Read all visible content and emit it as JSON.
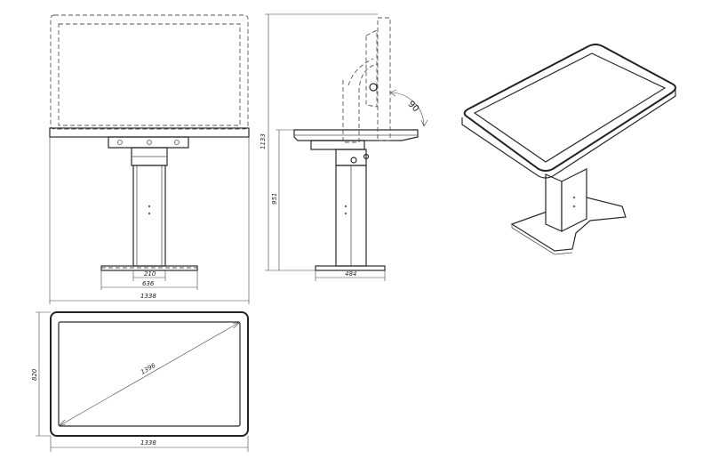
{
  "front_view": {
    "width_label": "1338",
    "column_width_label": "210",
    "base_width_label": "636"
  },
  "side_view": {
    "total_height_label": "1133",
    "table_height_label": "951",
    "base_depth_label": "484",
    "tilt_angle_label": "90"
  },
  "top_view": {
    "width_label": "1338",
    "depth_label": "820",
    "diagonal_label": "1396"
  }
}
